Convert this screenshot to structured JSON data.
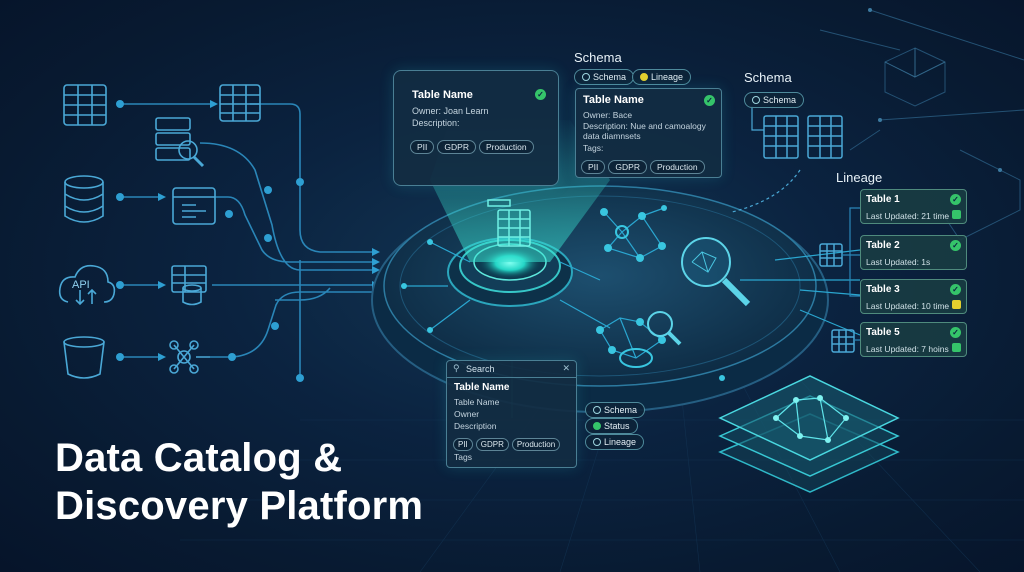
{
  "title_line1": "Data Catalog &",
  "title_line2": "Discovery Platform",
  "icons": {
    "api_label": "API"
  },
  "card1": {
    "title": "Table Name",
    "owner": "Owner: Joan Learn",
    "description": "Description:",
    "tags": [
      "PII",
      "GDPR",
      "Production"
    ]
  },
  "schema_top": {
    "header": "Schema",
    "pill_schema": "Schema",
    "pill_lineage": "Lineage"
  },
  "card2": {
    "title": "Table Name",
    "owner": "Owner: Bace",
    "description_1": "Description: Nue and camoalogy",
    "description_2": "data diamnsets",
    "tags_label": "Tags:",
    "tags": [
      "PII",
      "GDPR",
      "Production"
    ]
  },
  "schema_right": {
    "header": "Schema",
    "pill": "Schema"
  },
  "lineage": {
    "header": "Lineage",
    "cards": [
      {
        "name": "Table 1",
        "updated": "Last Updated: 21 time",
        "status_color": "#35c46a"
      },
      {
        "name": "Table 2",
        "updated": "Last Updated: 1s",
        "status_color": ""
      },
      {
        "name": "Table 3",
        "updated": "Last Updated: 10 time",
        "status_color": "#e3cf2e"
      },
      {
        "name": "Table 5",
        "updated": "Last Updated: 7 hoins",
        "status_color": "#35c46a"
      }
    ]
  },
  "search_card": {
    "search_label": "Search",
    "title": "Table Name",
    "row1": "Table Name",
    "row2": "Owner",
    "row3": "Description",
    "tags": [
      "PII",
      "GDPR",
      "Production"
    ],
    "tags_label": "Tags"
  },
  "bottom_pills": {
    "schema": "Schema",
    "status": "Status",
    "lineage": "Lineage"
  },
  "colors": {
    "accent": "#2fe3d2",
    "node": "#1e9bd0",
    "status_green": "#35c46a",
    "status_yellow": "#e3cf2e"
  }
}
